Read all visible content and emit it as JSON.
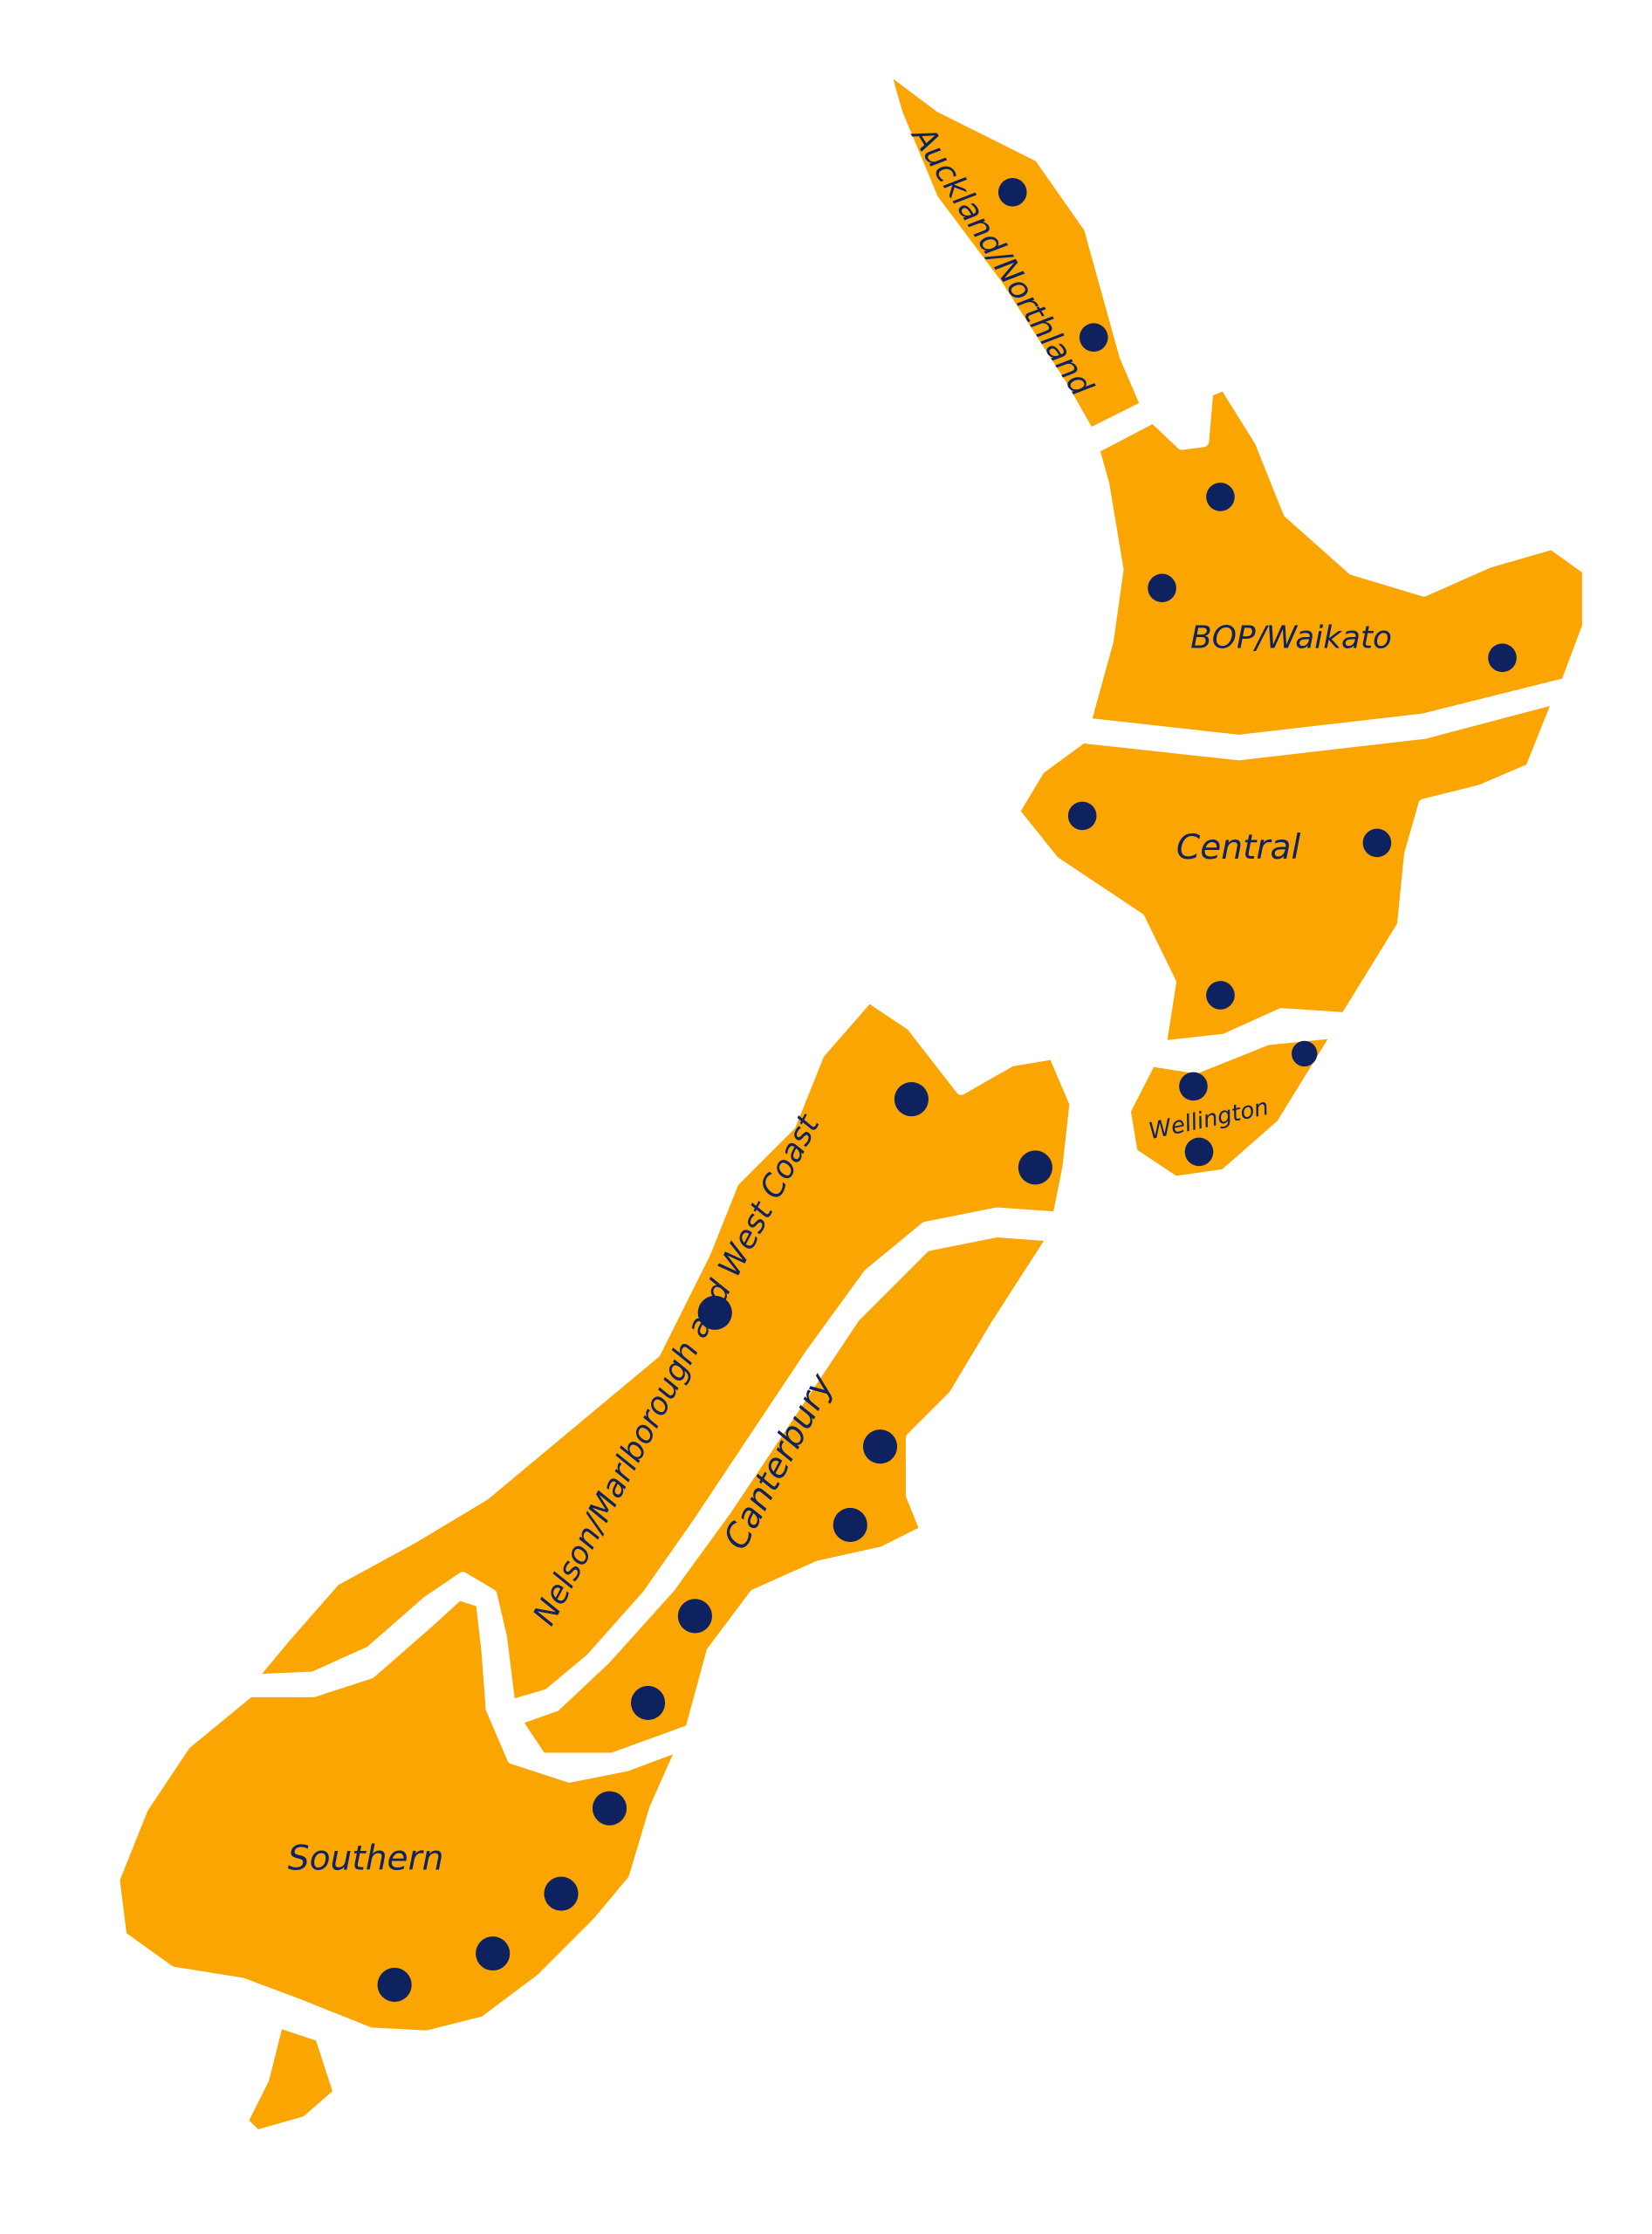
{
  "colors": {
    "land": "#FBA503",
    "dot": "#0F2260",
    "background": "#FFFFFF"
  },
  "regions": [
    {
      "id": "auckland-northland",
      "label": "Auckland/Northland"
    },
    {
      "id": "bop-waikato",
      "label": "BOP/Waikato"
    },
    {
      "id": "central",
      "label": "Central"
    },
    {
      "id": "wellington",
      "label": "Wellington"
    },
    {
      "id": "nelson-marlborough-west-coast",
      "label": "Nelson/Marlborough and West Coast"
    },
    {
      "id": "canterbury",
      "label": "Canterbury"
    },
    {
      "id": "southern",
      "label": "Southern"
    }
  ]
}
